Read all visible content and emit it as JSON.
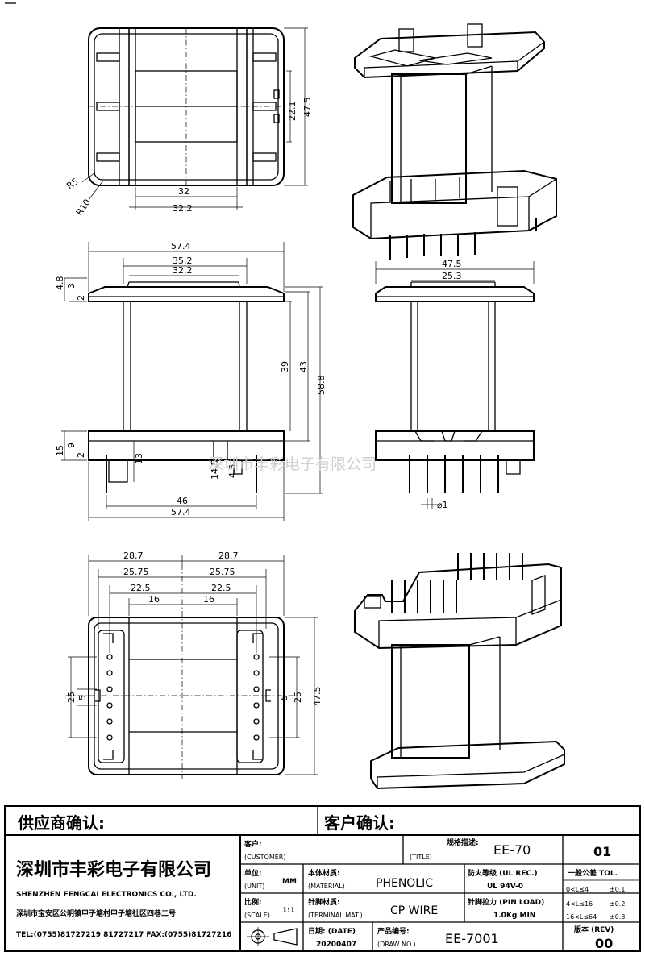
{
  "watermark": "深圳市丰彩电子有限公司",
  "top_view": {
    "dims": {
      "d1": "22.1",
      "d2": "47.5",
      "d3": "32",
      "d4": "32.2",
      "d5": "R5",
      "d6": "R10"
    }
  },
  "front_view": {
    "dims": {
      "d1": "57.4",
      "d2": "35.2",
      "d3": "32.2",
      "d4": "4.8",
      "d5": "3",
      "d6": "2",
      "d7": "39",
      "d8": "43",
      "d9": "58.8",
      "d10": "15",
      "d11": "9",
      "d12": "2",
      "d13": "13",
      "d14": "14.5",
      "d15": "4.5",
      "d16": "46",
      "d17": "57.4"
    }
  },
  "side_view": {
    "dims": {
      "d1": "47.5",
      "d2": "25.3",
      "d3": "⌀1"
    }
  },
  "bottom_view": {
    "dims": {
      "d1": "28.7",
      "d2": "28.7",
      "d3": "25.75",
      "d4": "25.75",
      "d5": "22.5",
      "d6": "22.5",
      "d7": "16",
      "d8": "16",
      "d9": "25",
      "d10": "5",
      "d11": "5",
      "d12": "25",
      "d13": "47.5"
    }
  },
  "confirm": {
    "supplier": "供应商确认:",
    "customer": "客户确认:"
  },
  "company": {
    "name_cn": "深圳市丰彩电子有限公司",
    "name_en": "SHENZHEN FENGCAI ELECTRONICS CO., LTD.",
    "address": "深圳市宝安区公明镇甲子塘村甲子塘社区四巷二号",
    "contact": "TEL:(0755)81727219  81727217   FAX:(0755)81727216"
  },
  "title_block": {
    "customer_label": "客户:",
    "customer_label_en": "(CUSTOMER)",
    "title_label": "规格描述:",
    "title_label_en": "(TITLE)",
    "title_value": "EE-70",
    "sheet_no": "01",
    "unit_label": "单位:",
    "unit_label_en": "(UNIT)",
    "unit_value": "MM",
    "material_label": "本体材质:",
    "material_label_en": "(MATERIAL)",
    "material_value": "PHENOLIC",
    "flame_label": "防火等级 (UL REC.)",
    "flame_value": "UL 94V-0",
    "tol_title": "一般公差 TOL.",
    "tol_rows": [
      {
        "range": "0<L≤4",
        "tol": "±0.1"
      },
      {
        "range": "4<L≤16",
        "tol": "±0.2"
      },
      {
        "range": "16<L≤64",
        "tol": "±0.3"
      }
    ],
    "scale_label": "比例:",
    "scale_label_en": "(SCALE)",
    "scale_value": "1:1",
    "terminal_label": "针脚材质:",
    "terminal_label_en": "(TERMINAL MAT.)",
    "terminal_value": "CP WIRE",
    "pin_load_label": "针脚拉力 (PIN LOAD)",
    "pin_load_value": "1.0Kg MIN",
    "date_label": "日期: (DATE)",
    "date_value": "20200407",
    "draw_label": "产品编号:",
    "draw_label_en": "(DRAW NO.)",
    "draw_value": "EE-7001",
    "rev_label": "版本 (REV)",
    "rev_value": "00"
  }
}
